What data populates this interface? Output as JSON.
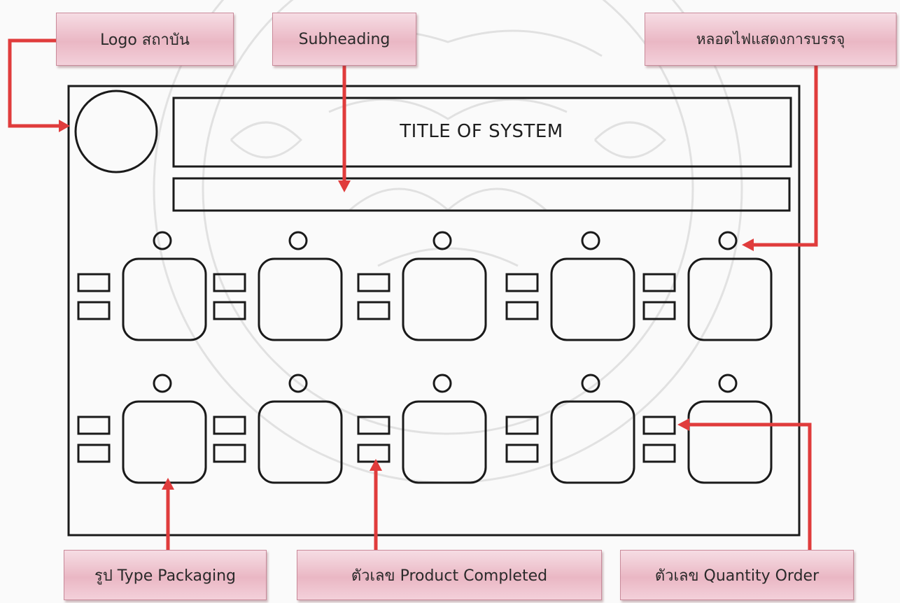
{
  "screen": {
    "title": "TITLE OF SYSTEM",
    "subheading": ""
  },
  "callouts": {
    "logo": "Logo สถาบัน",
    "subheading": "Subheading",
    "lamp": "หลอดไฟแสดงการบรรจุ",
    "packaging": "รูป Type Packaging",
    "product_completed": "ตัวเลข Product Completed",
    "quantity_order": "ตัวเลข Quantity Order"
  },
  "station_rows": 2,
  "stations_per_row": 5,
  "colors": {
    "outline": "#1a1a1a",
    "arrow": "#e03c3c",
    "callout_bg": "#eab7c4",
    "watermark": "#d9d9d9"
  }
}
